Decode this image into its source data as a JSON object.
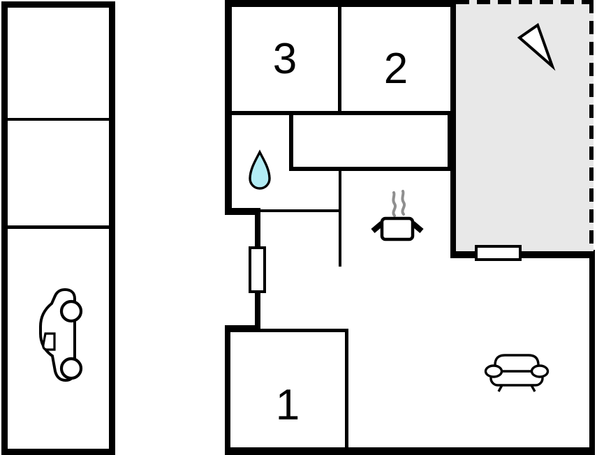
{
  "floorplan": {
    "rooms": {
      "room3": {
        "label": "3"
      },
      "room2": {
        "label": "2"
      },
      "room1": {
        "label": "1"
      }
    },
    "icons": {
      "car": "car-icon",
      "north_arrow": "north-arrow-icon",
      "water_drop": "water-drop-icon",
      "cooking_pot": "cooking-pot-icon",
      "sofa": "sofa-icon"
    },
    "colors": {
      "wall": "#000000",
      "background": "#ffffff",
      "terrace_fill": "#e8e8e8",
      "water_drop_fill": "#b2ecf4",
      "steam": "#8f8f8f"
    }
  }
}
